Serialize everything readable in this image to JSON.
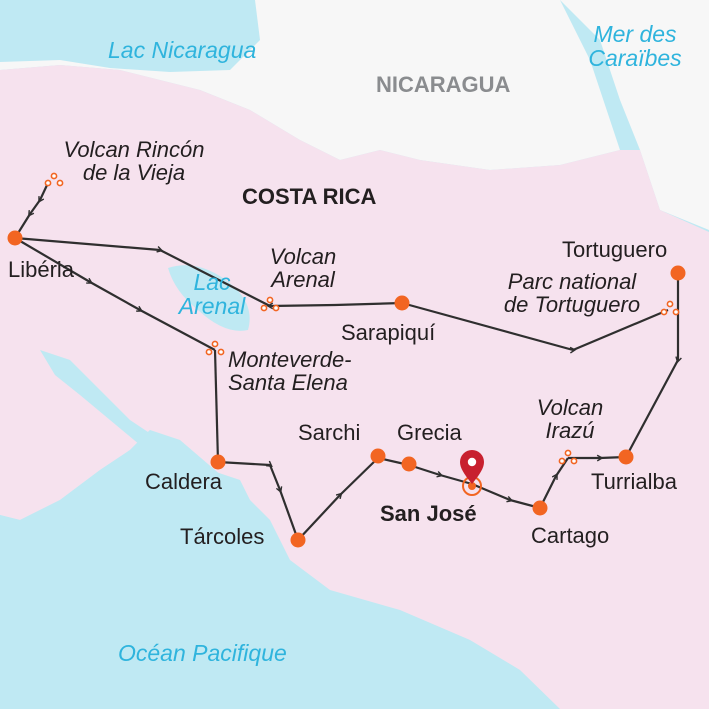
{
  "colors": {
    "sea": "#bfe9f3",
    "land_costa_rica": "#f6e2ee",
    "land_nicaragua": "#f7f7f7",
    "lake": "#bfe9f3",
    "route": "#2f2f2f",
    "stop": "#f26522",
    "capital_pin": "#c8202f"
  },
  "labels": {
    "lac_nicaragua": "Lac Nicaragua",
    "mer_caraibes_1": "Mer des",
    "mer_caraibes_2": "Caraïbes",
    "nicaragua": "NICARAGUA",
    "costa_rica": "COSTA RICA",
    "ocean_pacifique": "Océan Pacifique",
    "lac_arenal_1": "Lac",
    "lac_arenal_2": "Arenal"
  },
  "places": {
    "rincon_1": "Volcan Rincón",
    "rincon_2": "de la Vieja",
    "liberia": "Libéria",
    "volcan_arenal_1": "Volcan",
    "volcan_arenal_2": "Arenal",
    "sarapiqui": "Sarapiquí",
    "tortuguero": "Tortuguero",
    "parc_tortuguero_1": "Parc national",
    "parc_tortuguero_2": "de Tortuguero",
    "monteverde_1": "Monteverde-",
    "monteverde_2": "Santa Elena",
    "sarchi": "Sarchi",
    "grecia": "Grecia",
    "volcan_irazu_1": "Volcan",
    "volcan_irazu_2": "Irazú",
    "caldera": "Caldera",
    "turrialba": "Turrialba",
    "san_jose": "San José",
    "tarcoles": "Tárcoles",
    "cartago": "Cartago"
  },
  "icons": [
    "stop-dot-icon",
    "volcano-park-icon",
    "map-pin-icon",
    "route-arrow-icon"
  ]
}
